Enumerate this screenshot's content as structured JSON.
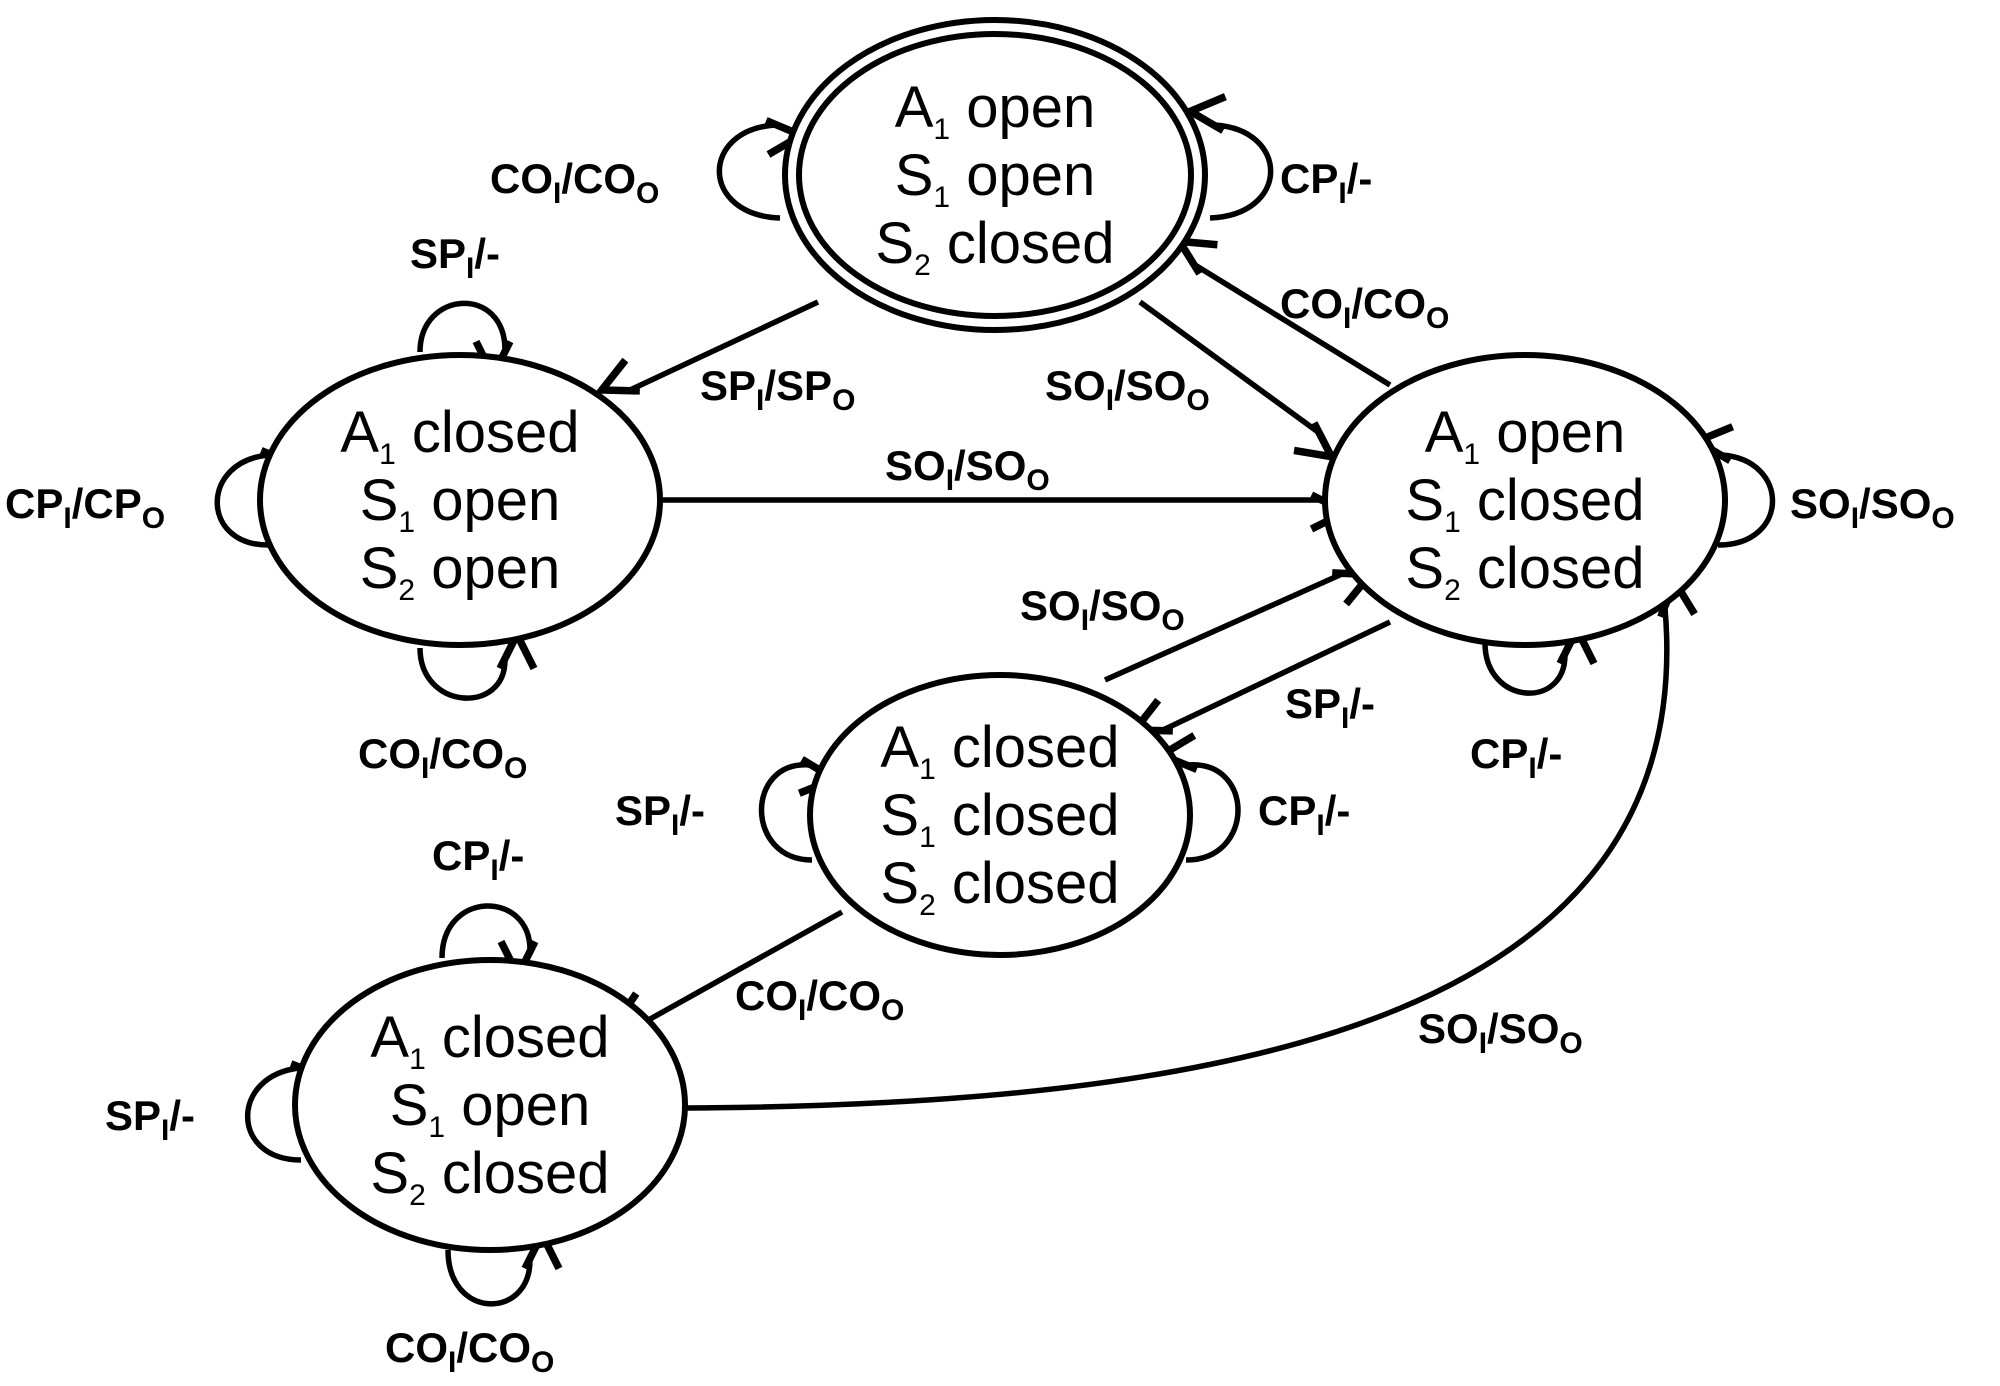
{
  "states": [
    {
      "id": "s0",
      "initial": true,
      "lines": [
        {
          "name": "A",
          "sub": "1",
          "status": "open"
        },
        {
          "name": "S",
          "sub": "1",
          "status": "open"
        },
        {
          "name": "S",
          "sub": "2",
          "status": "closed"
        }
      ]
    },
    {
      "id": "s1",
      "lines": [
        {
          "name": "A",
          "sub": "1",
          "status": "closed"
        },
        {
          "name": "S",
          "sub": "1",
          "status": "open"
        },
        {
          "name": "S",
          "sub": "2",
          "status": "open"
        }
      ]
    },
    {
      "id": "s2",
      "lines": [
        {
          "name": "A",
          "sub": "1",
          "status": "open"
        },
        {
          "name": "S",
          "sub": "1",
          "status": "closed"
        },
        {
          "name": "S",
          "sub": "2",
          "status": "closed"
        }
      ]
    },
    {
      "id": "s3",
      "lines": [
        {
          "name": "A",
          "sub": "1",
          "status": "closed"
        },
        {
          "name": "S",
          "sub": "1",
          "status": "closed"
        },
        {
          "name": "S",
          "sub": "2",
          "status": "closed"
        }
      ]
    },
    {
      "id": "s4",
      "lines": [
        {
          "name": "A",
          "sub": "1",
          "status": "closed"
        },
        {
          "name": "S",
          "sub": "1",
          "status": "open"
        },
        {
          "name": "S",
          "sub": "2",
          "status": "closed"
        }
      ]
    }
  ],
  "transitions": [
    {
      "id": "t0",
      "from": "s0",
      "to": "s0",
      "label": [
        {
          "text": "CO"
        },
        {
          "sub": "I"
        },
        {
          "text": "/CO"
        },
        {
          "sub": "O"
        }
      ]
    },
    {
      "id": "t1",
      "from": "s0",
      "to": "s0",
      "label": [
        {
          "text": "CP"
        },
        {
          "sub": "I"
        },
        {
          "text": "/-"
        }
      ]
    },
    {
      "id": "t2",
      "from": "s0",
      "to": "s1",
      "label": [
        {
          "text": "SP"
        },
        {
          "sub": "I"
        },
        {
          "text": "/SP"
        },
        {
          "sub": "O"
        }
      ]
    },
    {
      "id": "t3",
      "from": "s0",
      "to": "s2",
      "label": [
        {
          "text": "SO"
        },
        {
          "sub": "I"
        },
        {
          "text": "/SO"
        },
        {
          "sub": "O"
        }
      ]
    },
    {
      "id": "t4",
      "from": "s2",
      "to": "s0",
      "label": [
        {
          "text": "CO"
        },
        {
          "sub": "I"
        },
        {
          "text": "/CO"
        },
        {
          "sub": "O"
        }
      ]
    },
    {
      "id": "t5",
      "from": "s1",
      "to": "s1",
      "label": [
        {
          "text": "SP"
        },
        {
          "sub": "I"
        },
        {
          "text": "/-"
        }
      ]
    },
    {
      "id": "t6",
      "from": "s1",
      "to": "s1",
      "label": [
        {
          "text": "CP"
        },
        {
          "sub": "I"
        },
        {
          "text": "/CP"
        },
        {
          "sub": "O"
        }
      ]
    },
    {
      "id": "t7",
      "from": "s1",
      "to": "s1",
      "label": [
        {
          "text": "CO"
        },
        {
          "sub": "I"
        },
        {
          "text": "/CO"
        },
        {
          "sub": "O"
        }
      ]
    },
    {
      "id": "t8",
      "from": "s1",
      "to": "s2",
      "label": [
        {
          "text": "SO"
        },
        {
          "sub": "I"
        },
        {
          "text": "/SO"
        },
        {
          "sub": "O"
        }
      ]
    },
    {
      "id": "t9",
      "from": "s2",
      "to": "s2",
      "label": [
        {
          "text": "SO"
        },
        {
          "sub": "I"
        },
        {
          "text": "/SO"
        },
        {
          "sub": "O"
        }
      ]
    },
    {
      "id": "t10",
      "from": "s2",
      "to": "s2",
      "label": [
        {
          "text": "CP"
        },
        {
          "sub": "I"
        },
        {
          "text": "/-"
        }
      ]
    },
    {
      "id": "t11",
      "from": "s3",
      "to": "s2",
      "label": [
        {
          "text": "SO"
        },
        {
          "sub": "I"
        },
        {
          "text": "/SO"
        },
        {
          "sub": "O"
        }
      ]
    },
    {
      "id": "t12",
      "from": "s2",
      "to": "s3",
      "label": [
        {
          "text": "SP"
        },
        {
          "sub": "I"
        },
        {
          "text": "/-"
        }
      ]
    },
    {
      "id": "t13",
      "from": "s3",
      "to": "s3",
      "label": [
        {
          "text": "SP"
        },
        {
          "sub": "I"
        },
        {
          "text": "/-"
        }
      ]
    },
    {
      "id": "t14",
      "from": "s3",
      "to": "s3",
      "label": [
        {
          "text": "CP"
        },
        {
          "sub": "I"
        },
        {
          "text": "/-"
        }
      ]
    },
    {
      "id": "t15",
      "from": "s3",
      "to": "s4",
      "label": [
        {
          "text": "CO"
        },
        {
          "sub": "I"
        },
        {
          "text": "/CO"
        },
        {
          "sub": "O"
        }
      ]
    },
    {
      "id": "t16",
      "from": "s4",
      "to": "s4",
      "label": [
        {
          "text": "CP"
        },
        {
          "sub": "I"
        },
        {
          "text": "/-"
        }
      ]
    },
    {
      "id": "t17",
      "from": "s4",
      "to": "s4",
      "label": [
        {
          "text": "SP"
        },
        {
          "sub": "I"
        },
        {
          "text": "/-"
        }
      ]
    },
    {
      "id": "t18",
      "from": "s4",
      "to": "s4",
      "label": [
        {
          "text": "CO"
        },
        {
          "sub": "I"
        },
        {
          "text": "/CO"
        },
        {
          "sub": "O"
        }
      ]
    },
    {
      "id": "t19",
      "from": "s4",
      "to": "s2",
      "label": [
        {
          "text": "SO"
        },
        {
          "sub": "I"
        },
        {
          "text": "/SO"
        },
        {
          "sub": "O"
        }
      ]
    }
  ]
}
